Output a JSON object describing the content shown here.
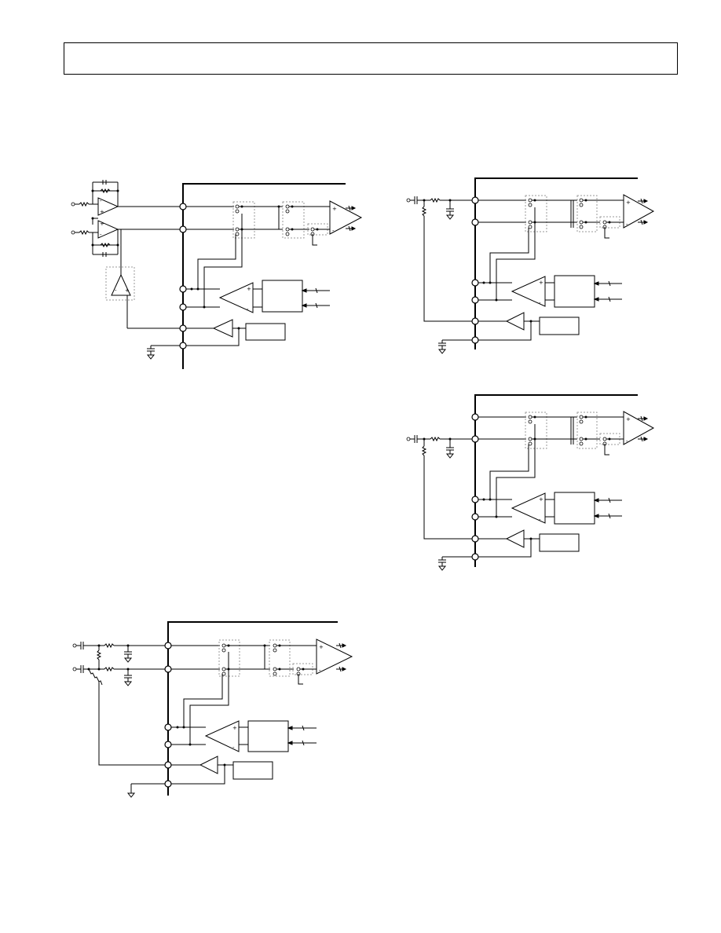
{
  "page": {
    "header": ""
  },
  "figures": [
    {
      "id": "fig-a"
    },
    {
      "id": "fig-b"
    },
    {
      "id": "fig-c"
    },
    {
      "id": "fig-d"
    }
  ]
}
